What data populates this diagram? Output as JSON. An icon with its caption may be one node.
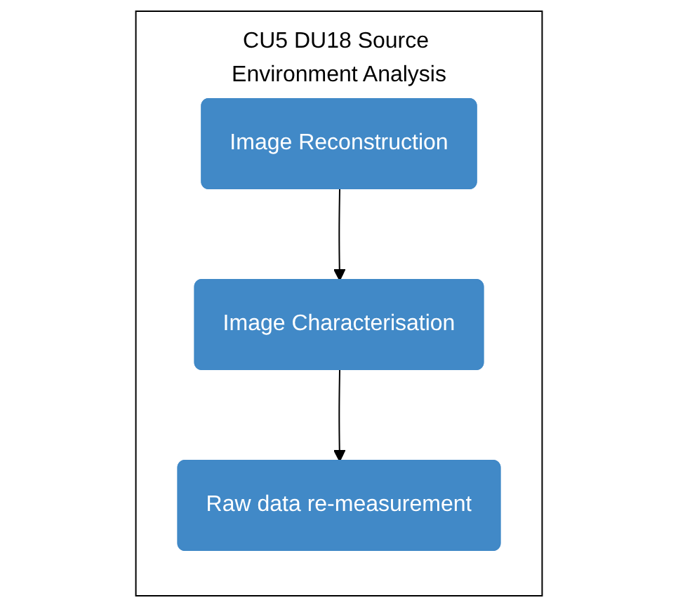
{
  "diagram": {
    "nodes": [
      {
        "text": [
          "CU5 DU18 Source Environment Analysis"
        ]
      },
      {
        "text": [
          "Image Reconstruction"
        ],
        "in": 0
      },
      {
        "text": [
          "Image Characterisation"
        ],
        "in": 0
      },
      {
        "text": [
          "Raw data re-measurement"
        ],
        "in": 0
      }
    ],
    "edges": [
      {
        "from": 1,
        "to": 2,
        "arrow": "to"
      },
      {
        "from": 2,
        "to": 3,
        "arrow": "to"
      }
    ]
  }
}
